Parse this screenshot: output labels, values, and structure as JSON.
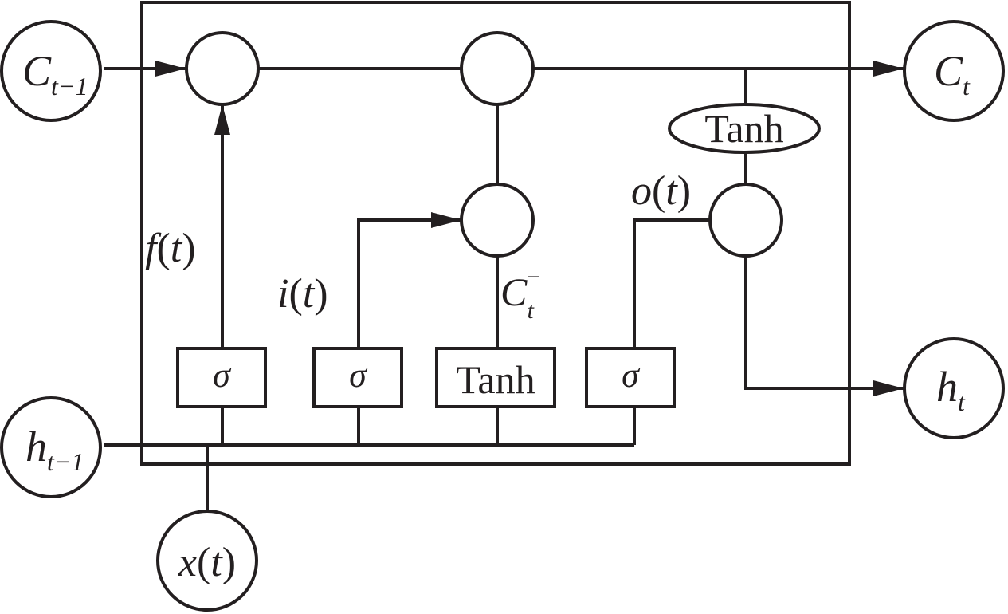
{
  "labels": {
    "c_prev": {
      "base": "C",
      "sub": "t−1"
    },
    "c_next": {
      "base": "C",
      "sub": "t"
    },
    "h_prev": {
      "base": "h",
      "sub": "t−1"
    },
    "h_next": {
      "base": "h",
      "sub": "t"
    },
    "x_input": {
      "fn": "x",
      "arg": "t"
    },
    "forget_gate": {
      "fn": "f",
      "arg": "t"
    },
    "input_gate": {
      "fn": "i",
      "arg": "t"
    },
    "output_gate": {
      "fn": "o",
      "arg": "t"
    },
    "candidate": {
      "base": "C",
      "sup": "−",
      "sub": "t"
    },
    "sigma": "σ",
    "tanh": "Tanh"
  },
  "colors": {
    "stroke": "#231f20",
    "background": "#ffffff"
  }
}
